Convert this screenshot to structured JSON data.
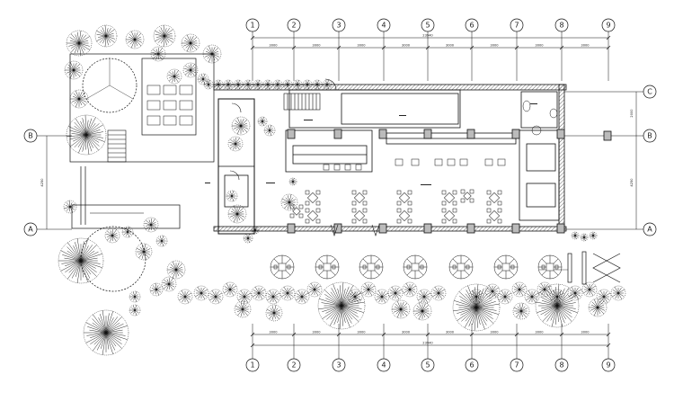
{
  "grid": {
    "columns": [
      "1",
      "2",
      "3",
      "4",
      "5",
      "6",
      "7",
      "8",
      "9"
    ],
    "rows": [
      "A",
      "B",
      "C"
    ],
    "bay_dimensions": [
      "3000",
      "3000",
      "3000",
      "3000",
      "3000",
      "3000",
      "3000",
      "3000"
    ],
    "overall_dimension": "23940",
    "right_dimensions": [
      "2000",
      "4250"
    ],
    "left_dimension": "4250"
  },
  "colors": {
    "line": "#111111",
    "hatch": "#555555",
    "fill": "#dddddd"
  }
}
